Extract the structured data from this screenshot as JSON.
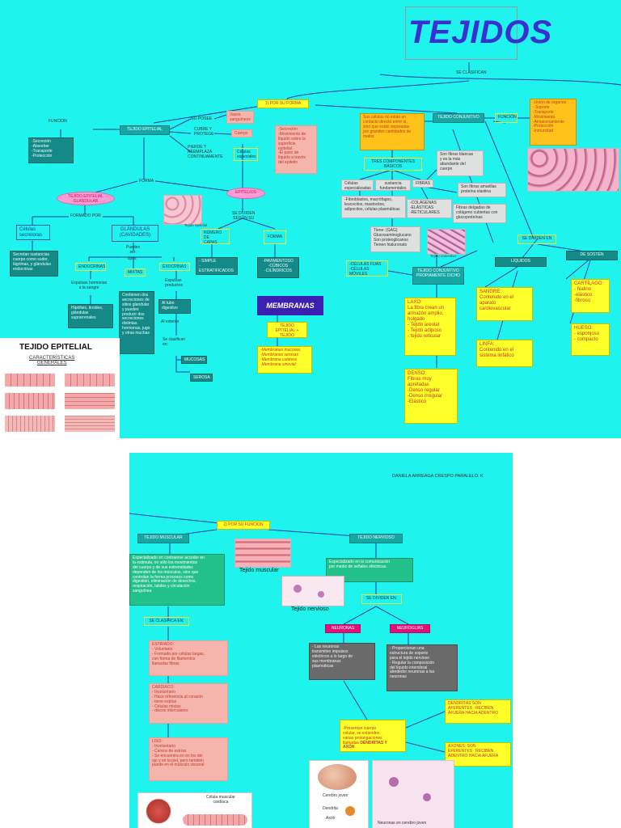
{
  "colors": {
    "panel_bg": "#1ef3ee",
    "title": "#3a2fd1",
    "line": "#1a3fa0"
  },
  "top": {
    "title": "TEJIDOS",
    "se_clasifican": "SE CLASIFICAN",
    "por_forma": "1) POR SU FORMA",
    "epitelial": {
      "label": "TEJIDO EPITELIAL",
      "funcion": "FUNCION",
      "funcion_box": "-Secreción\n-Absorber\n-Transporte\n-Protección",
      "no_posee": "NO POSEE",
      "vasos": "Vasos\nsanguíneos",
      "cubre": "CUBRE Y\nPROTEGE",
      "cuerpo": "Cuerpo",
      "pierde": "PIERDE Y\nREEMPLAZA\nCONTINUAMENTE",
      "celulas_especiales": "Células\nespeciales",
      "secrecion_box": "-Secreción\n-Movimiento de\nlíquido sobre la\nsuperficie\nepitelial\n-El paso de\nlíquido a través\ndel epitelio",
      "forma": "FORMA",
      "glandular": "TEJIDO EPITELIAL\nGLANDULAR",
      "epitelios": "EPITELIOS",
      "formado_por": "FORMADO POR",
      "celulas_secretoras": "Células\nsecretoras",
      "glandulas": "GLÁNDULAS\n(CAVIDADES)",
      "celulas_desc": "Secretan sustancias\ncuerpo como sudor,\nlágrimas, y glándulas\nendocrinas",
      "pueden_ser": "Pueden\nser:",
      "tipos": "tipos",
      "endocrinas1": "ENDOCRINAS",
      "mixtas": "MIXTAS",
      "exocrinas": "EXOCRINAS",
      "vierten": "Expulsan hormonas\na la sangre",
      "hormonas": "Hipófisis, tiroides,\nglándulas\nsuprarrenales",
      "mixtas_desc": "Contienen dos\nsecreciones de\nsitios glandular\ny pueden\nproducir dos\nsecreciones\ndistintas.\nhormonas, jugo\ny otras muchas",
      "expulsan": "Expulsan\nproductos",
      "fuera": "Al tubo\ndigestivo",
      "al_exterior": "Al exterior",
      "se_clasifican_en": "Se clasifican\nen:",
      "mucosas": "MUCOSAS",
      "serosa": "SEROSA",
      "tejido_epitelial_img": "Tejido epitelial",
      "se_dividen_segun": "SE DIVIDEN\nSEGÚN SU",
      "numero_capas": "NÚMERO DE\nCAPAS",
      "forma2": "FORMA",
      "simple": "- SIMPLE\n- ESTRATIFICADOS",
      "pavimentosos": "-PAVIMENTOSO\n-CÚBICOS\n-CILÍNDRICOS",
      "membranas": "MEMBRANAS",
      "membranas_sub": "TEJIDO EPITELIAL +\nTEJIDO CONJUNTIVO",
      "membranas_list": "-Membranas mucosas\n-Membranas serosas\n-Membrana cutánea\n-Membrana sinovial"
    },
    "conjuntivo": {
      "desc": "Sus células no están en\ncontacto directo entre sí,\nsino que están separadas\npor grandes cantidades de\nmatriz",
      "label": "TEJIDO CONJUNTIVO",
      "funcion": "FUNCIÓN",
      "funcion_box": "-Unión de órganos\n- Soporte\n-Transporte\n-Movimiento\n-Almacenamiento\n-Protección\n-Inmunidad",
      "tres": "TRES COMPONENTES\nBÁSICOS",
      "celulas": "Células\nespecializadas",
      "sustancia": "sustancia\nfundamentales",
      "fibras": "FIBRAS",
      "celulas_list": "-Fibroblastos, macrófagos,\nleucocitos, mastocitos,\nadipocitos, células plasmáticas",
      "blancas": "Son fibras blancas\ny es la más\nabundante del\ncuerpo",
      "colagenas": "-COLÁGENAS\n-ELÁSTICAS\n-RETICULARES",
      "amarillas": "Son fibras amarillas\nproteína elastina",
      "reticulares": "Fibras delgadas de\ncolágeno cubiertas con\nglucoproteínas",
      "tiene": "Tiene: (GAG)\nGlucosaminoglucano\nSon proteoglicanos\nTienen hialuronato",
      "tejido_conectivo_img": "Tejido conectivo",
      "celulas_fijas": "-CÉLULAS FIJAS\n-CÉLULAS MÓVILES",
      "propiamente": "TEJIDO CONJUNTIVO\nPROPIAMENTE DICHO",
      "se_dividen_en": "SE DIVIDEN EN",
      "liquidos": "LÍQUIDOS",
      "de_sosten": "DE SOSTÉN",
      "laxo": "LAXO:\nLa fibra crean un\narmazón amplio,\nholgado\n- Tejido areolar\n- Tejido adiposo\n- tejido reticular",
      "denso": "DENSO:\nFibras muy\napretadas\n-Denso regular\n-Denso irregular\n-Elástico",
      "sangre": "SANGRE:\nContenido en el\naparato\ncardiovascular",
      "linfa": "LINFA:\nContenido en el\nsistema linfático",
      "cartilago": "CARTÍLAGO:\n- hialino\n-elástico\n-fibroso",
      "hueso": "HUESO:\n- esponjoso\n- compacto"
    },
    "inset": {
      "title": "TEJIDO EPITELIAL",
      "sub": "CARACTERÍSTICAS\nGENERALES"
    }
  },
  "bottom": {
    "author": "DANIELA ARREAGA CRESPO    PARALELO: K",
    "por_funcion": "2) POR SU FUNCION",
    "muscular": {
      "label": "TEJIDO MUSCULAR",
      "desc": "Especializado en contraerse acceder en\nla estimula, no sólo los movimientos\ndel cuerpo y de sus extremidades\ndependen de los músculos, sino que\ncontrolan la forma procesos como\ndigestión, eliminación de desechos,\nrespiración, latidos y circulación\nsanguínea",
      "img": "Tejido muscular",
      "se_clasifica": "SE CLASIFICA EN:",
      "estriado": "ESTRIADO:\n- Voluntario\n- Formado por células largas,\ncon forma de filamentos\nllamadas fibras",
      "cardiaco": "CARDIACO:\n- Involuntario\n- Hace referencia al corazón\n- tiene estrías\n- Células mixtas\n- discos intercalares",
      "liso": "LISO:\n- Involuntario\n- Carece de estrías\n- Se encuentra en en los del\nojo y en la piel, pero también\npuede en el músculo visceral",
      "cardiac_img": "Célula muscular\ncardiaca"
    },
    "nervioso": {
      "label": "TEJIDO NERVIOSO",
      "desc": "Especializado en la comunicación\npor medio de señales eléctricas.",
      "img": "Tejido nervioso",
      "se_dividen": "SE DIVIDEN EN:",
      "neuronas": "NEURONAS",
      "neuroglias": "NEUROGLIAS",
      "neuronas_desc": "- Las neuronas\ntransmiten impulsos\neléctricos a lo largo de\nsus membranas\nplasmáticas",
      "neuroglias_desc": "- Proporcionan una\nestructura de soporte\npara el tejido nervioso\n- Regular la composición\ndel líquido intersticial\nalrededor neuronas a las\nneuronas",
      "prolong_pre": "-Presentan cuerpo\ncelular, se extienden\nvarias prolongaciones\nllamadas ",
      "prolong_bold": "DENDRITAS Y\nAXÓN",
      "dendritas": "DENDRITAS SON\nAFERENTES : RECIBEN\nAFUERA HACIA ADENTRO",
      "axones": "AXONES: SON\nEFERENTES : RECIBEN\nADENTRO HACIA AFUERA",
      "cerebro": "Cerebro joven",
      "dendrita": "Dendrita",
      "axon": "Axón",
      "neuronas_img": "Neuronas en cerebro joven"
    }
  }
}
